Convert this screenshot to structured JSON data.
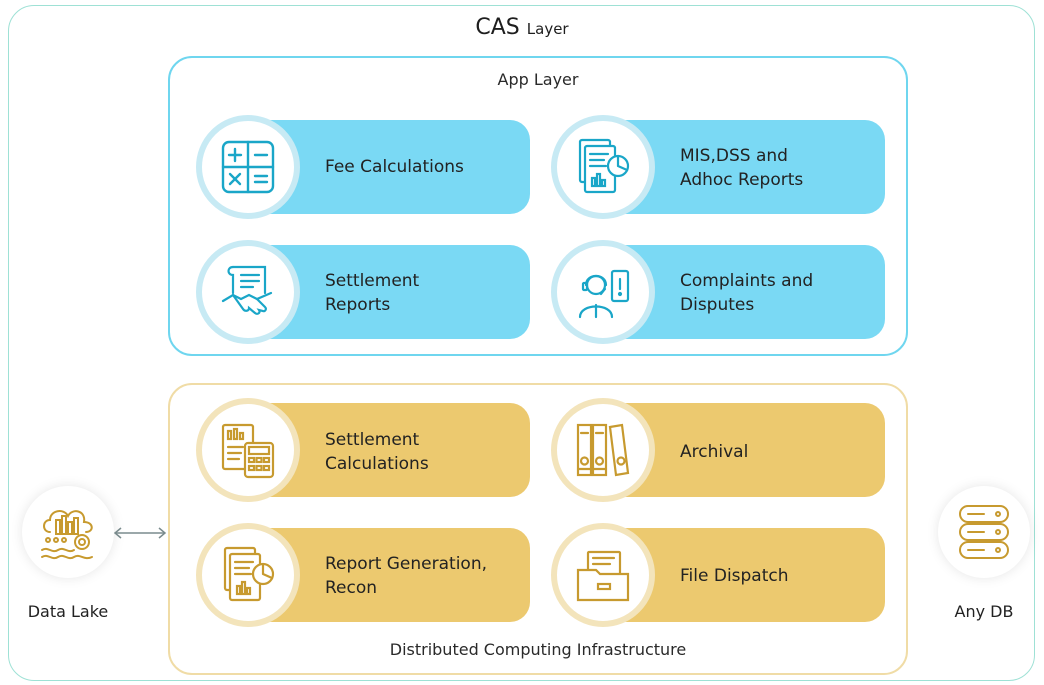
{
  "title": {
    "main": "CAS",
    "suffix": "Layer"
  },
  "app_layer": {
    "label": "App Layer",
    "items": [
      {
        "label": "Fee Calculations",
        "icon": "calculator-icon"
      },
      {
        "label": "MIS,DSS and\nAdhoc Reports",
        "icon": "report-chart-icon"
      },
      {
        "label": "Settlement\nReports",
        "icon": "handshake-document-icon"
      },
      {
        "label": "Complaints and\nDisputes",
        "icon": "support-agent-icon"
      }
    ]
  },
  "infra_layer": {
    "label": "Distributed Computing Infrastructure",
    "items": [
      {
        "label": "Settlement\nCalculations",
        "icon": "ledger-calculator-icon"
      },
      {
        "label": "Archival",
        "icon": "binders-icon"
      },
      {
        "label": "Report Generation,\nRecon",
        "icon": "report-chart-icon"
      },
      {
        "label": "File Dispatch",
        "icon": "file-drawer-icon"
      }
    ]
  },
  "data_lake": {
    "label": "Data Lake",
    "icon": "cloud-data-icon"
  },
  "any_db": {
    "label": "Any DB",
    "icon": "database-icon"
  },
  "colors": {
    "app_fill": "#7ad9f4",
    "app_border": "#6fd6ef",
    "infra_fill": "#ecc96f",
    "infra_border": "#f0dca6",
    "outer_border": "#9ee1d5",
    "icon_blue": "#1aa6c8",
    "icon_gold": "#c79a2f"
  }
}
